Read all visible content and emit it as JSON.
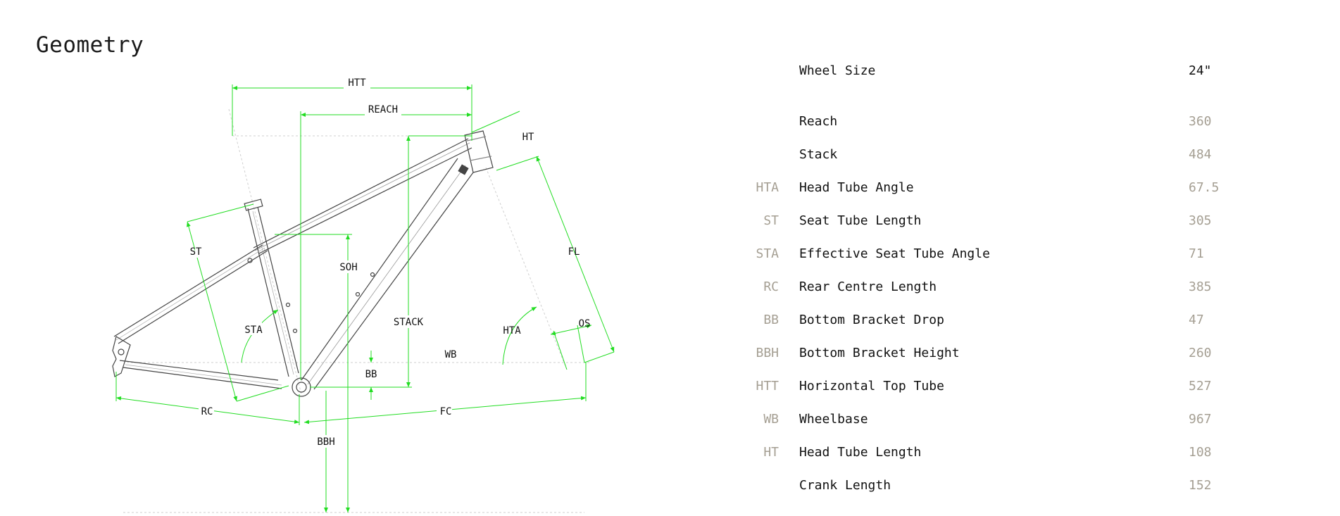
{
  "title": "Geometry",
  "colors": {
    "dimension_line": "#22dd22",
    "frame_line": "#444444",
    "guide_line": "#cfcfcf",
    "value_muted": "#a59f93",
    "text": "#111111"
  },
  "diagram_labels": {
    "htt": "HTT",
    "reach": "REACH",
    "ht": "HT",
    "st": "ST",
    "soh": "SOH",
    "fl": "FL",
    "sta": "STA",
    "stack": "STACK",
    "hta": "HTA",
    "os": "OS",
    "wb": "WB",
    "bb": "BB",
    "rc": "RC",
    "fc": "FC",
    "bbh": "BBH"
  },
  "specs": {
    "wheel_size": {
      "abbr": "",
      "label": "Wheel Size",
      "value": "24\""
    },
    "rows": [
      {
        "abbr": "",
        "label": "Reach",
        "value": "360"
      },
      {
        "abbr": "",
        "label": "Stack",
        "value": "484"
      },
      {
        "abbr": "HTA",
        "label": "Head Tube Angle",
        "value": "67.5"
      },
      {
        "abbr": "ST",
        "label": "Seat Tube Length",
        "value": "305"
      },
      {
        "abbr": "STA",
        "label": "Effective Seat Tube Angle",
        "value": "71"
      },
      {
        "abbr": "RC",
        "label": "Rear Centre Length",
        "value": "385"
      },
      {
        "abbr": "BB",
        "label": "Bottom Bracket Drop",
        "value": "47"
      },
      {
        "abbr": "BBH",
        "label": "Bottom Bracket Height",
        "value": "260"
      },
      {
        "abbr": "HTT",
        "label": "Horizontal Top Tube",
        "value": "527"
      },
      {
        "abbr": "WB",
        "label": "Wheelbase",
        "value": "967"
      },
      {
        "abbr": "HT",
        "label": "Head Tube Length",
        "value": "108"
      },
      {
        "abbr": "",
        "label": "Crank Length",
        "value": "152"
      }
    ]
  }
}
